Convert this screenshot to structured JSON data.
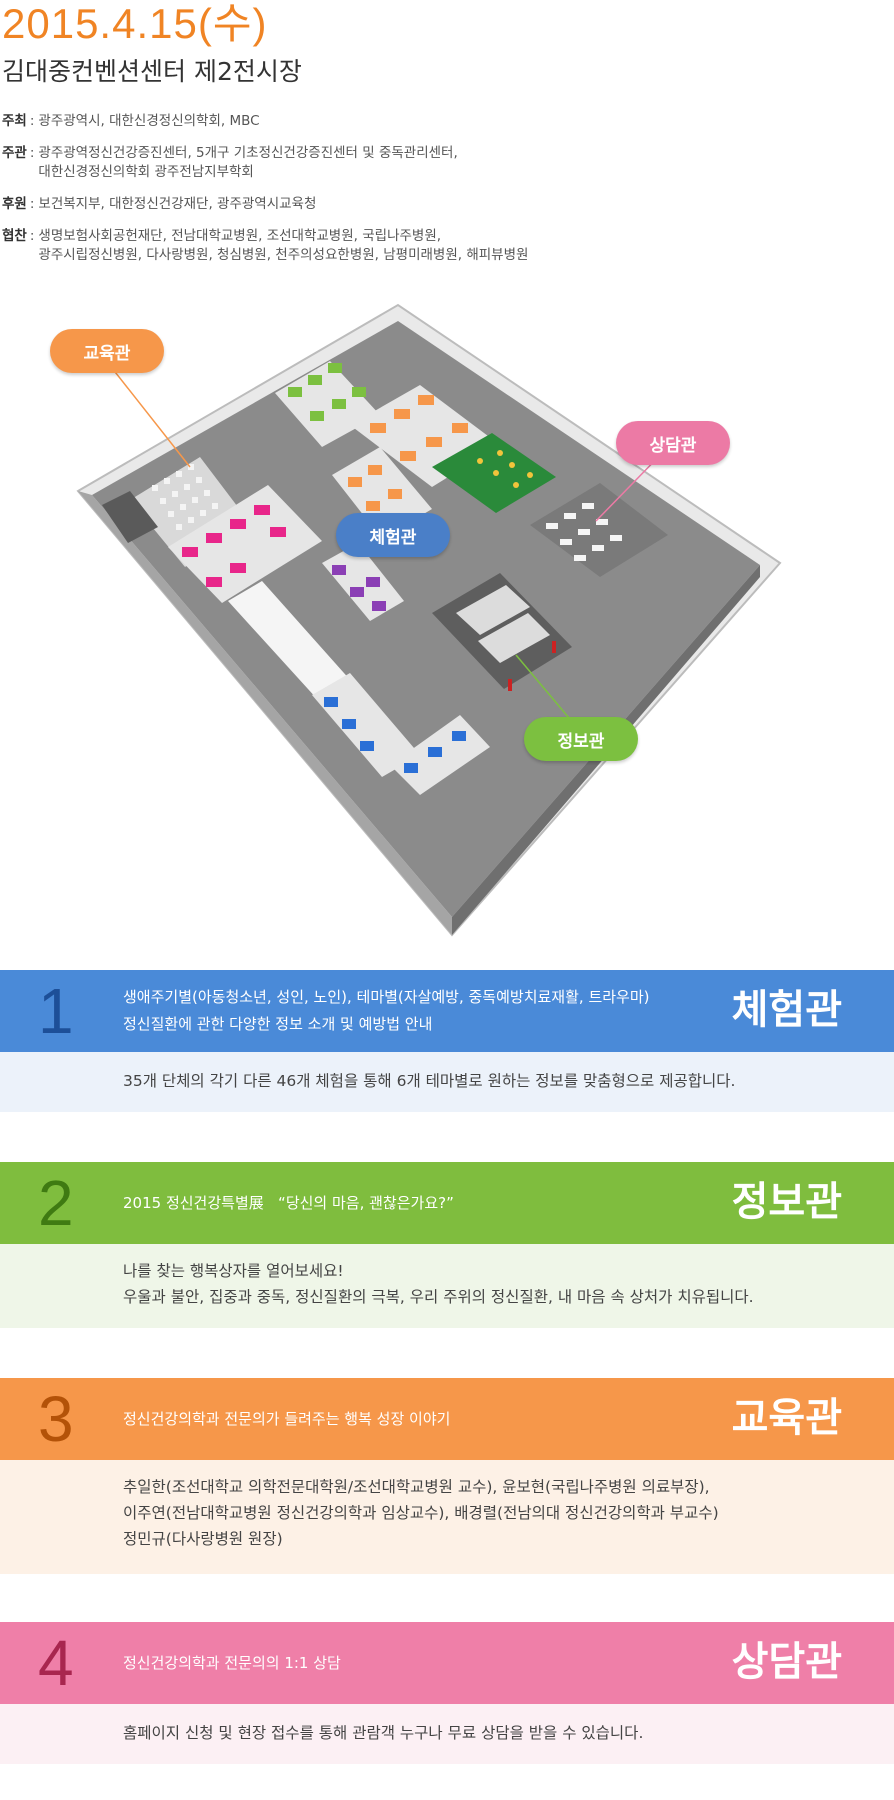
{
  "header": {
    "date": "2015.4.15(수)",
    "venue": "김대중컨벤션센터 제2전시장"
  },
  "info": [
    {
      "label": "주최",
      "lines": [
        "광주광역시, 대한신경정신의학회, MBC"
      ]
    },
    {
      "label": "주관",
      "lines": [
        "광주광역정신건강증진센터, 5개구 기초정신건강증진센터 및 중독관리센터,",
        "대한신경정신의학회 광주전남지부학회"
      ]
    },
    {
      "label": "후원",
      "lines": [
        "보건복지부, 대한정신건강재단, 광주광역시교육청"
      ]
    },
    {
      "label": "협찬",
      "lines": [
        "생명보험사회공헌재단, 전남대학교병원, 조선대학교병원, 국립나주병원,",
        "광주시립정신병원, 다사랑병원, 청심병원, 천주의성요한병원, 남평미래병원, 해피뷰병원"
      ]
    }
  ],
  "map": {
    "labels": {
      "education": "교육관",
      "experience": "체험관",
      "counsel": "상담관",
      "info": "정보관"
    },
    "colors": {
      "education": "#f6974a",
      "experience": "#4a7fc8",
      "counsel": "#ec7aa5",
      "info": "#7cc040"
    }
  },
  "sections": [
    {
      "number": "1",
      "name": "체험관",
      "band_color": "#4a8ad8",
      "body_color": "#ecf2fa",
      "num_color": "#1d4f98",
      "headline": [
        "생애주기별(아동청소년, 성인, 노인), 테마별(자살예방, 중독예방치료재활, 트라우마)",
        "정신질환에 관한 다양한 정보 소개 및 예방법 안내"
      ],
      "desc": [
        "35개 단체의 각기 다른 46개 체험을 통해 6개 테마별로 원하는 정보를 맞춤형으로 제공합니다."
      ]
    },
    {
      "number": "2",
      "name": "정보관",
      "band_color": "#7fbd3e",
      "body_color": "#eff6e8",
      "num_color": "#3f7a12",
      "headline": [
        "2015 정신건강특별展   “당신의 마음, 괜찮은가요?”"
      ],
      "desc": [
        "나를 찾는 행복상자를 열어보세요!",
        "우울과 불안, 집중과 중독, 정신질환의 극복, 우리 주위의 정신질환, 내 마음 속 상처가 치유됩니다."
      ]
    },
    {
      "number": "3",
      "name": "교육관",
      "band_color": "#f6974a",
      "body_color": "#fdf1e6",
      "num_color": "#b35208",
      "headline": [
        "정신건강의학과 전문의가 들려주는 행복 성장 이야기"
      ],
      "desc": [
        "추일한(조선대학교 의학전문대학원/조선대학교병원 교수), 윤보현(국립나주병원 의료부장),",
        "이주연(전남대학교병원 정신건강의학과 임상교수), 배경렬(전남의대 정신건강의학과 부교수)",
        "정민규(다사랑병원 원장)"
      ]
    },
    {
      "number": "4",
      "name": "상담관",
      "band_color": "#ef7fa8",
      "body_color": "#fcf0f4",
      "num_color": "#a8264f",
      "headline": [
        "정신건강의학과 전문의의 1:1 상담"
      ],
      "desc": [
        "홈페이지 신청 및 현장 접수를 통해 관람객 누구나 무료 상담을 받을 수 있습니다."
      ]
    }
  ]
}
